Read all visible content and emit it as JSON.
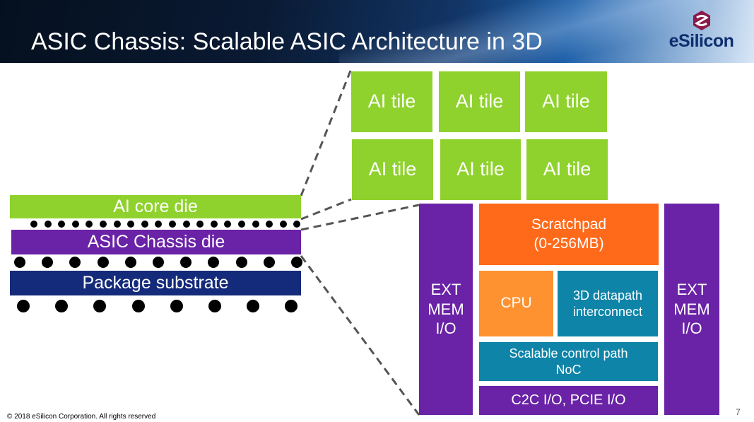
{
  "header": {
    "title": "ASIC Chassis: Scalable ASIC Architecture in 3D",
    "logo_text": "eSilicon"
  },
  "stack": {
    "ai_core_die": "AI core die",
    "asic_chassis_die": "ASIC Chassis die",
    "package_substrate": "Package substrate"
  },
  "tiles": [
    "AI tile",
    "AI tile",
    "AI tile",
    "AI tile",
    "AI tile",
    "AI tile"
  ],
  "chassis": {
    "ext_mem_left": "EXT\nMEM\nI/O",
    "ext_mem_right": "EXT\nMEM\nI/O",
    "scratchpad": "Scratchpad\n(0-256MB)",
    "cpu": "CPU",
    "datapath": "3D datapath\ninterconnect",
    "control_path": "Scalable control path\nNoC",
    "io": "C2C I/O, PCIE I/O"
  },
  "footer": {
    "copyright": "© 2018 eSilicon Corporation. All rights reserved",
    "page_number": "7"
  },
  "colors": {
    "green": "#8fd22d",
    "purple": "#6a22a6",
    "orange": "#ff6a1a",
    "light_orange": "#ff9230",
    "teal": "#0e84a8",
    "navy": "#142a7a"
  }
}
